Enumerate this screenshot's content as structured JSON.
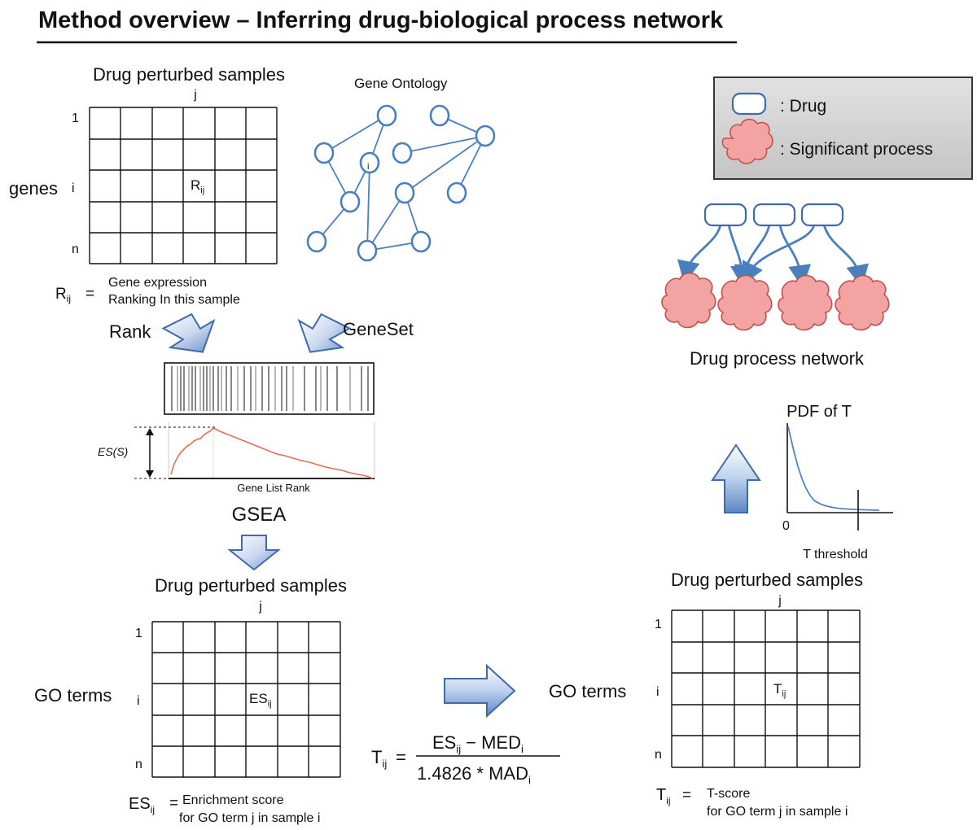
{
  "title": "Method overview – Inferring drug-biological process network",
  "matrix_top": {
    "header": "Drug perturbed samples",
    "col_index": "j",
    "row_label": "genes",
    "row_first": "1",
    "row_i": "i",
    "row_last": "n",
    "cell_main": "R",
    "cell_sub": "ij"
  },
  "rij_def": {
    "symbol_main": "R",
    "symbol_sub": "ij",
    "eq": "=",
    "line1": "Gene   expression",
    "line2": "Ranking  In this sample"
  },
  "gene_ontology": {
    "label": "Gene Ontology",
    "node_label": "i"
  },
  "rank_label": "Rank",
  "geneset_label": "GeneSet",
  "gsea": {
    "es_label": "ES(S)",
    "xlabel": "Gene List Rank",
    "name": "GSEA"
  },
  "matrix_bottom_left": {
    "header": "Drug perturbed samples",
    "col_index": "j",
    "row_label": "GO terms",
    "row_first": "1",
    "row_i": "i",
    "row_last": "n",
    "cell_main": "ES",
    "cell_sub": "ij"
  },
  "es_def": {
    "symbol_main": "ES",
    "symbol_sub": "ij",
    "eq": "=",
    "line1": "Enrichment score",
    "line2": "for GO term j in sample  i"
  },
  "formula": {
    "lhs_main": "T",
    "lhs_sub": "ij",
    "eq": "=",
    "num_es": "ES",
    "num_es_sub": "ij",
    "num_minus": "− MED",
    "num_med_sub": "i",
    "den": "1.4826  * MAD",
    "den_sub": "i"
  },
  "matrix_bottom_right": {
    "header": "Drug perturbed samples",
    "col_index": "j",
    "row_label": "GO terms",
    "row_first": "1",
    "row_i": "i",
    "row_last": "n",
    "cell_main": "T",
    "cell_sub": "ij"
  },
  "t_def": {
    "symbol_main": "T",
    "symbol_sub": "ij",
    "eq": "=",
    "line1": "T-score",
    "line2": "for GO term j in sample  i"
  },
  "pdf_plot": {
    "title": "PDF of T",
    "origin": "0",
    "threshold_label": "T threshold"
  },
  "legend": {
    "drug_label": ": Drug",
    "process_label": ": Significant process"
  },
  "network": {
    "label": "Drug process network"
  },
  "colors": {
    "arrow_fill_light": "#e4ecf8",
    "arrow_fill_dark": "#4a76b8",
    "node_stroke": "#4a7fbf",
    "cloud_fill": "#f4a3a3",
    "cloud_stroke": "#c0504d",
    "es_curve": "#e07050"
  }
}
